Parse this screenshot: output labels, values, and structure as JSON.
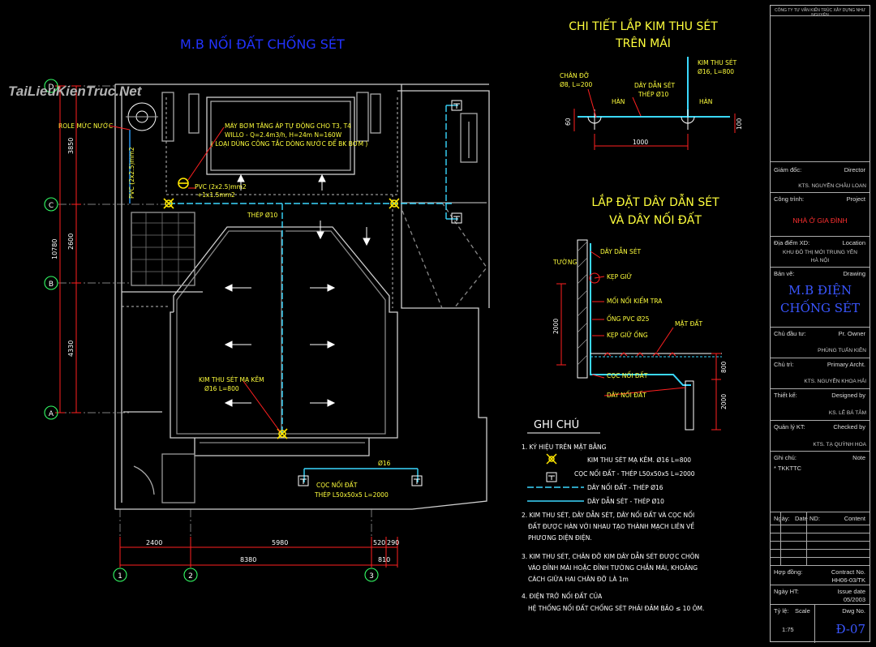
{
  "watermark": "TaiLieuKienTruc.Net",
  "plan": {
    "title": "M.B NỐI ĐẤT CHỐNG SÉT",
    "axes_rows": [
      "D",
      "C",
      "B",
      "A"
    ],
    "axes_cols": [
      "1",
      "2",
      "3"
    ],
    "dims_left": [
      "3850",
      "2600",
      "10780",
      "4330"
    ],
    "dims_bottom_top": [
      "2400",
      "5980",
      "520",
      "290"
    ],
    "dims_bottom": [
      "8380",
      "810"
    ],
    "labels": {
      "role": "ROLE MỨC NƯỚC",
      "pump_1": "MÁY BƠM TĂNG ÁP TỰ ĐỘNG CHO T3, T4",
      "pump_2": "WILLO - Q=2.4m3/h, H=24m   N=160W",
      "pump_3": "( LOẠI DÙNG CÔNG TẮC DÒNG NƯỚC ĐỂ BK BƠM )",
      "pvc_vertical": "PVC (2x2.5)mm2",
      "pvc_1": "PVC (2x2.5)mm2",
      "pvc_2": "+1x1.5mm2",
      "thep10": "THÉP Ø10",
      "kim_1": "KIM THU SÉT MẠ KẼM",
      "kim_2": "Ø16  L=800",
      "phi16": "Ø16",
      "coc_1": "CỌC NỐI ĐẤT",
      "coc_2": "THÉP L50x50x5  L=2000"
    }
  },
  "detail1": {
    "title_1": "CHI TIẾT LẮP KIM THU SÉT",
    "title_2": "TRÊN MÁI",
    "chan_do_1": "CHÂN ĐỠ",
    "chan_do_2": "Ø8, L=200",
    "kim_1": "KIM THU SÉT",
    "kim_2": "Ø16, L=800",
    "day_1": "DÂY DẪN SÉT",
    "day_2": "THÉP Ø10",
    "han_left": "HÀN",
    "han_right": "HÀN",
    "dim_60": "60",
    "dim_100": "100",
    "dim_1000": "1000"
  },
  "detail2": {
    "title_1": "LẮP ĐẶT DÂY DẪN SÉT",
    "title_2": "VÀ DÂY NỐI ĐẤT",
    "tuong": "TƯỜNG",
    "day_dan_set": "DÂY DẪN SÉT",
    "kep_giu": "KẸP GIỮ",
    "moi_noi": "MỐI NỐI KIỂM TRA",
    "ong_pvc": "ỐNG PVC Ø25",
    "kep_giu_ong": "KẸP GIỮ ỐNG",
    "mat_dat": "MẶT ĐẤT",
    "coc_noi_dat": "CỌC NỐI ĐẤT",
    "day_noi_dat": "DÂY NỐI ĐẤT",
    "dim_2000_left": "2000",
    "dim_800": "800",
    "dim_2000_right": "2000"
  },
  "notes": {
    "heading": "GHI CHÚ",
    "n1": "1. KÝ HIỆU TRÊN MẶT BẰNG",
    "legend": [
      "KIM THU SÉT MẠ KẼM. Ø16 L=800",
      "CỌC NỐI ĐẤT - THÉP L50x50x5 L=2000",
      "DÂY NỐI ĐẤT - THÉP Ø16",
      "DÂY DẪN SÉT - THÉP Ø10"
    ],
    "n2_1": "2. KIM THU SÉT, DÂY DẪN SÉT, DÂY NỐI ĐẤT VÀ CỌC NỐI",
    "n2_2": "ĐẤT ĐƯỢC HÀN  VỚI NHAU TẠO THÀNH MẠCH LIÊN VỀ",
    "n2_3": "PHƯƠNG DIỆN ĐIỆN.",
    "n3_1": "3. KIM THU SÉT, CHÂN ĐỠ KIM DÂY DẪN SÉT ĐƯỢC CHÔN",
    "n3_2": "VÀO ĐỈNH MÁI HOẶC ĐỈNH TƯỜNG CHẮN MÁI, KHOẢNG",
    "n3_3": "CÁCH GIỮA HAI CHÂN ĐỠ LÀ 1m",
    "n4_1": "4.   ĐIỆN TRỞ NỐI ĐẤT CỦA",
    "n4_2": "HỆ THỐNG NỐI ĐẤT CHỐNG SÉT PHẢI ĐẢM BẢO ≤ 10 ÔM."
  },
  "title_block": {
    "company": "CÔNG TY TƯ VẤN KIẾN TRÚC XÂY DỰNG NHƯ NGUYÊN",
    "giam_doc": "Giám đốc:",
    "director": "Director",
    "giam_doc_name": "KTS. NGUYỄN CHÂU LOAN",
    "cong_trinh": "Công trình:",
    "project": "Project",
    "project_name": "NHÀ Ở GIA ĐÌNH",
    "dia_diem": "Địa điểm XD:",
    "location": "Location",
    "location_1": "KHU ĐÔ THỊ MỚI TRUNG YÊN",
    "location_2": "HÀ NỘI",
    "ban_ve": "Bản vẽ:",
    "drawing": "Drawing",
    "drawing_1": "M.B ĐIỆN",
    "drawing_2": "CHỐNG SÉT",
    "chu_dau_tu": "Chủ đầu tư:",
    "owner": "Pr. Owner",
    "owner_name": "PHÙNG TUẤN KIÊN",
    "chu_tri": "Chủ trì:",
    "primary": "Primary Archt.",
    "primary_name": "KTS. NGUYỄN KHOA HẢI",
    "thiet_ke": "Thiết kế:",
    "designed": "Designed by",
    "designed_name": "KS. LÊ BÁ TÂM",
    "quan_ly": "Quản lý KT:",
    "checked": "Checked by",
    "checked_name": "KTS. TẠ QUỲNH HOA",
    "ghi_chu": "Ghi chú:",
    "note": "Note",
    "note_value": "* TKKTTC",
    "ngay": "Ngày:",
    "date": "Date",
    "nd": "ND:",
    "content": "Content",
    "hop_dong": "Hợp đồng:",
    "contract": "Contract No.",
    "contract_value": "HH06-03/TK",
    "ngay_ht": "Ngày HT:",
    "issue": "Issue date",
    "issue_value": "05/2003",
    "ty_le": "Tỷ lệ:",
    "scale": "Scale",
    "scale_value": "1:75",
    "dwg": "Dwg No.",
    "dwg_value": "Đ-07"
  }
}
